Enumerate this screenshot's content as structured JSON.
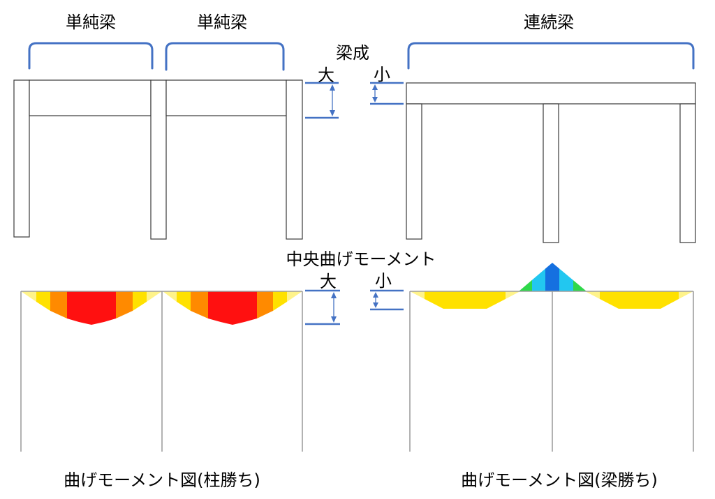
{
  "top": {
    "simple_beam_labels": [
      "単純梁",
      "単純梁"
    ],
    "continuous_beam_label": "連続梁"
  },
  "beam_depth": {
    "title": "梁成",
    "large": "大",
    "small": "小"
  },
  "central_moment": {
    "title": "中央曲げモーメント",
    "large": "大",
    "small": "小"
  },
  "captions": {
    "column_governed": "曲げモーメント図(柱勝ち)",
    "beam_governed": "曲げモーメント図(梁勝ち)"
  },
  "colors": {
    "bracket": "#4472c4",
    "dimension": "#4472c4",
    "frame_outline": "#3a3a3a",
    "moment_frame": "#9e9e9e",
    "moment_red": "#ff1010",
    "moment_orange": "#ff8a00",
    "moment_yellow": "#ffe100",
    "moment_pale_yellow": "#fff38a",
    "moment_green": "#2fd84a",
    "moment_cyan": "#22c7f0",
    "moment_blue": "#1570e0"
  }
}
